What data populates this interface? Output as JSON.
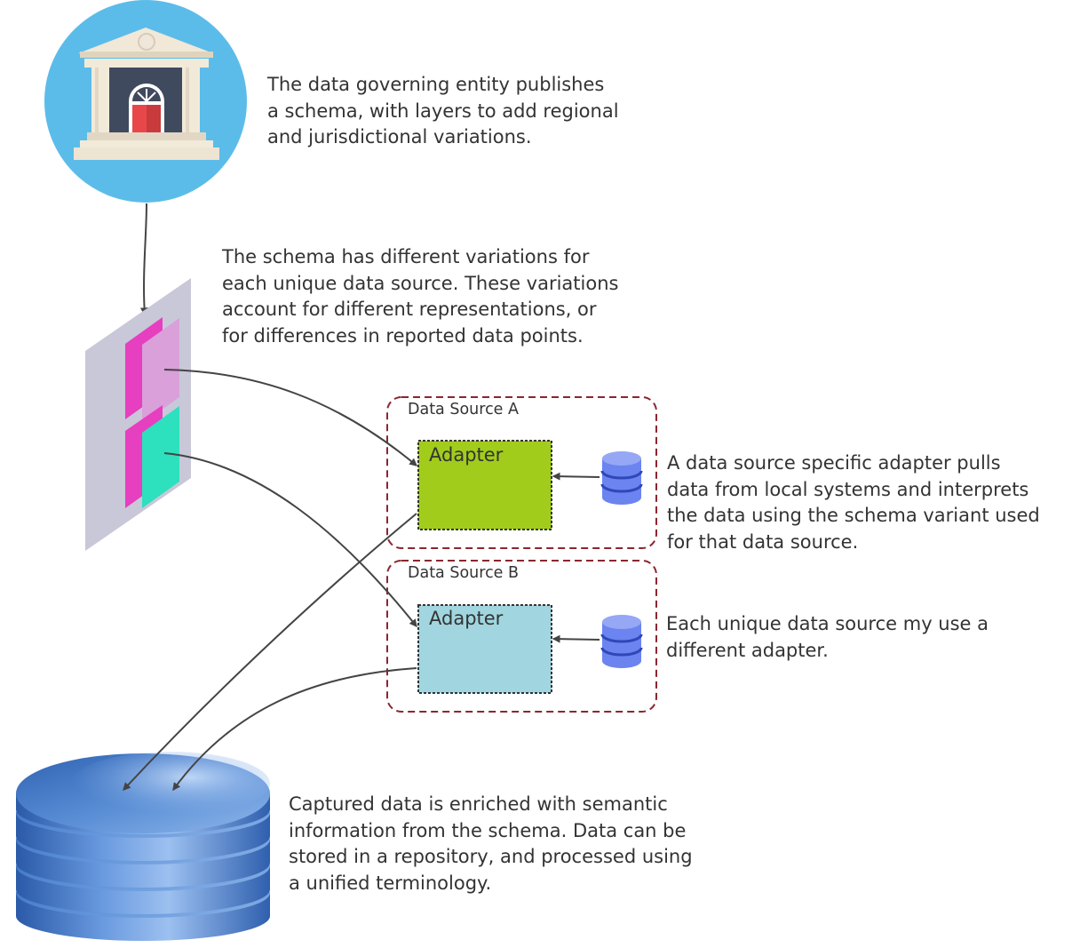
{
  "descriptions": {
    "governing": "The data governing entity publishes\na schema, with layers to add regional\nand jurisdictional variations.",
    "schema": "The schema has different variations for\neach unique data source. These variations\naccount for different representations, or\nfor differences in reported data points.",
    "adapter": "A data source specific adapter pulls\ndata from local systems and interprets\nthe data using the schema variant used\nfor that data source.",
    "unique": "Each unique data source my use a\ndifferent adapter.",
    "captured": "Captured data is enriched with semantic\ninformation from the schema. Data can be\nstored in a repository, and processed using\na unified terminology."
  },
  "sources": [
    {
      "title": "Data Source A",
      "adapter": "Adapter"
    },
    {
      "title": "Data Source B",
      "adapter": "Adapter"
    }
  ],
  "colors": {
    "text": "#333333",
    "arrow": "#444444",
    "group_border": "#8b2630",
    "adapter_a": "#a2cc1c",
    "adapter_b": "#a1d6e0",
    "government_circle": "#5cbce9",
    "schema_panel": "#c8c8d8",
    "layer_magenta": "#e63fbf",
    "layer_lavender": "#d9a0d9",
    "layer_teal": "#2de0be",
    "small_db": "#6b84f0",
    "repository": "#4a80cc"
  },
  "icons": {
    "government": "government-building-icon",
    "schema": "schema-layers-icon",
    "source_db": "database-icon",
    "repository": "repository-database-icon"
  }
}
